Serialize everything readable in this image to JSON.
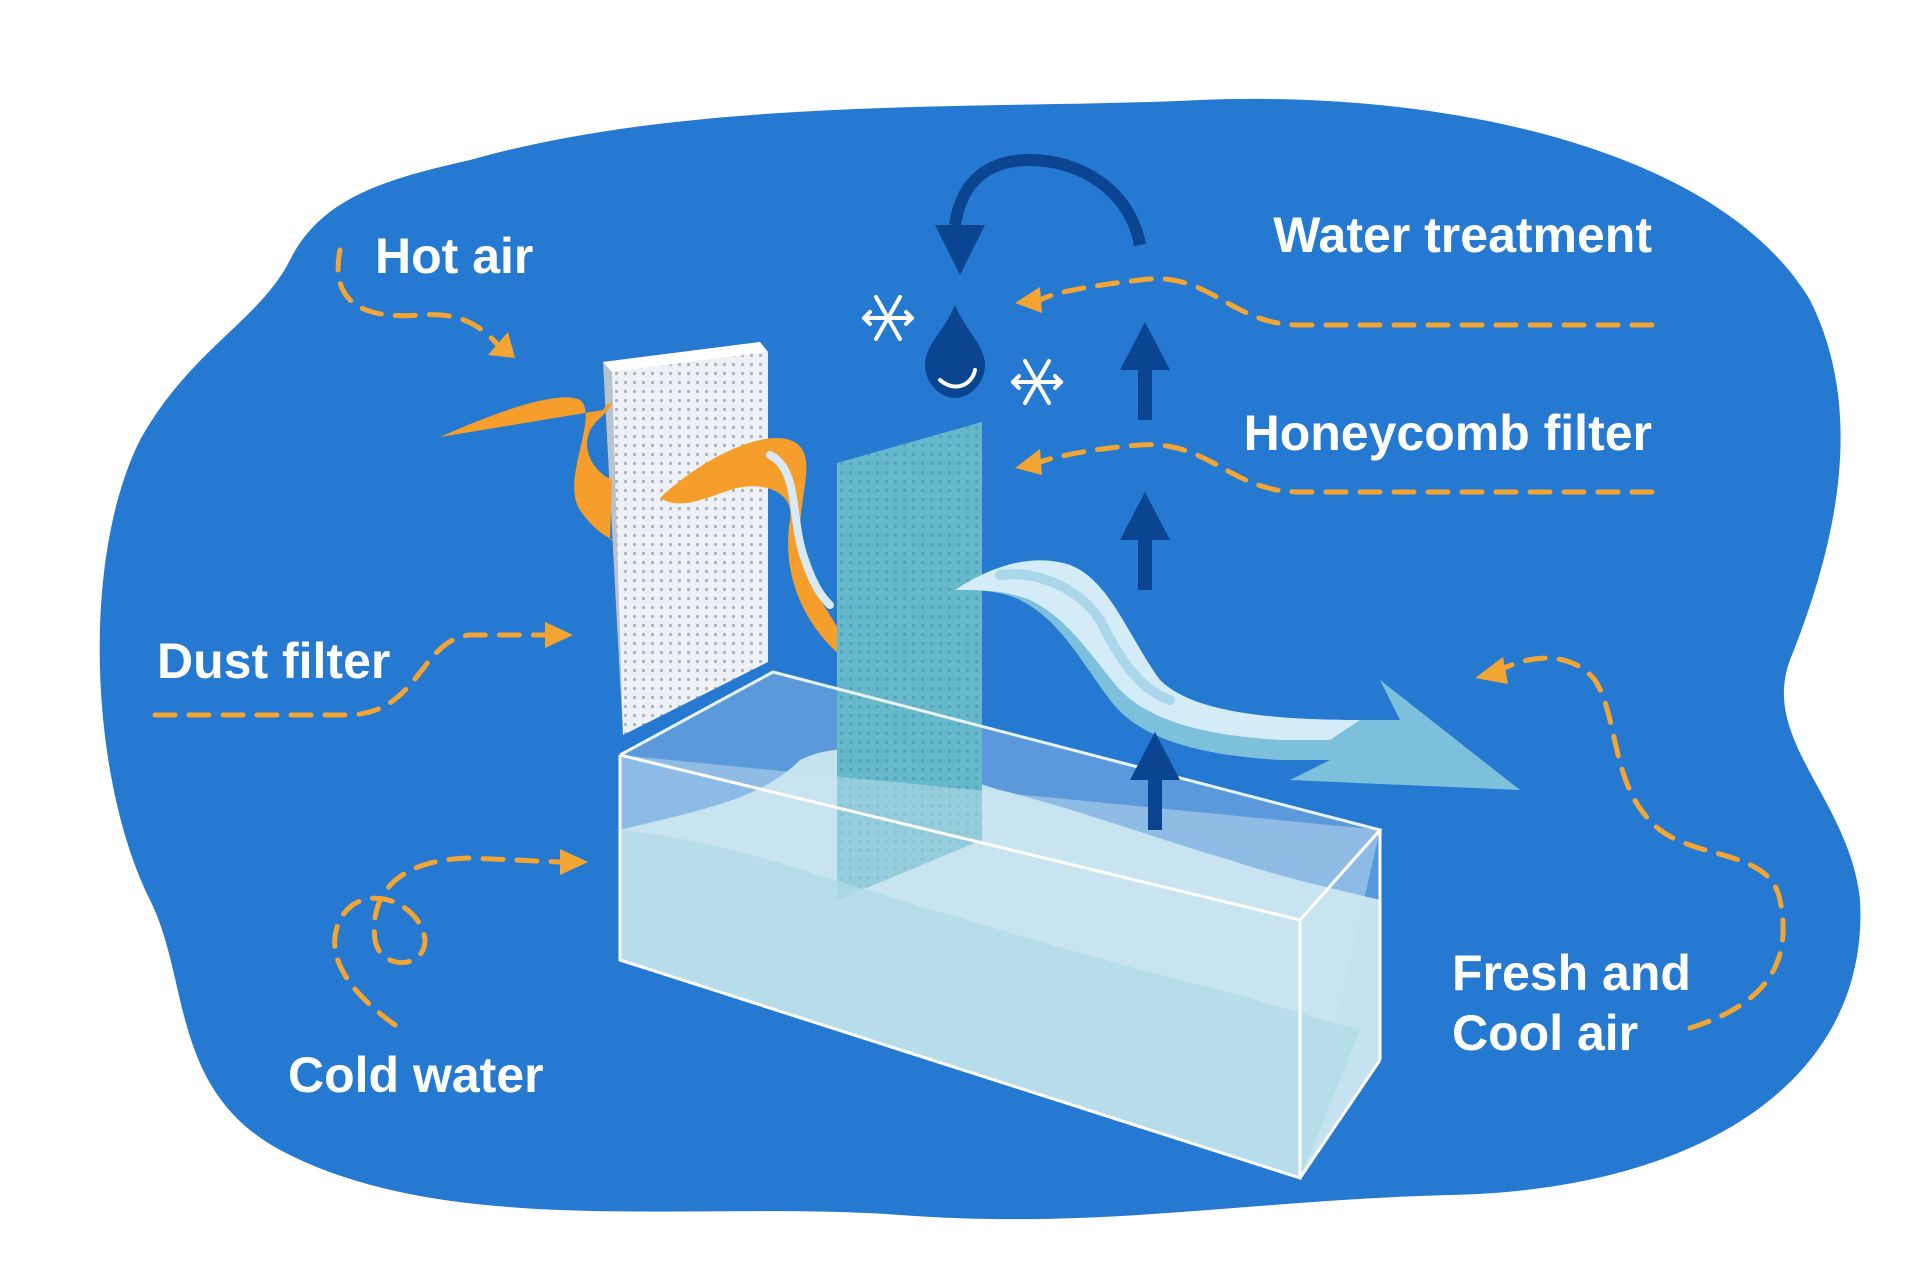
{
  "labels": {
    "hot_air": "Hot air",
    "dust_filter": "Dust filter",
    "cold_water": "Cold water",
    "water_treatment": "Water treatment",
    "honeycomb_filter": "Honeycomb filter",
    "fresh_cool_line1": "Fresh and",
    "fresh_cool_line2": "Cool air"
  },
  "icons": {
    "snowflake": "snowflake-icon",
    "water_drop": "water-drop-icon",
    "up_arrow": "arrow-up-icon",
    "recycle_arrow": "curved-arrow-icon"
  },
  "colors": {
    "background_blob": "#2679d1",
    "hot_air": "#f59e2b",
    "cool_air": "#7cc0dc",
    "cool_air_highlight": "#d4ecf8",
    "honeycomb_filter": "#63b6c8",
    "dust_filter": "#eceff3",
    "water": "#b2dbe8",
    "tank_glass": "#cfe7f2",
    "dashed_leader": "#f3a533",
    "dark_arrow": "#0b4490",
    "label_text": "#ffffff"
  }
}
